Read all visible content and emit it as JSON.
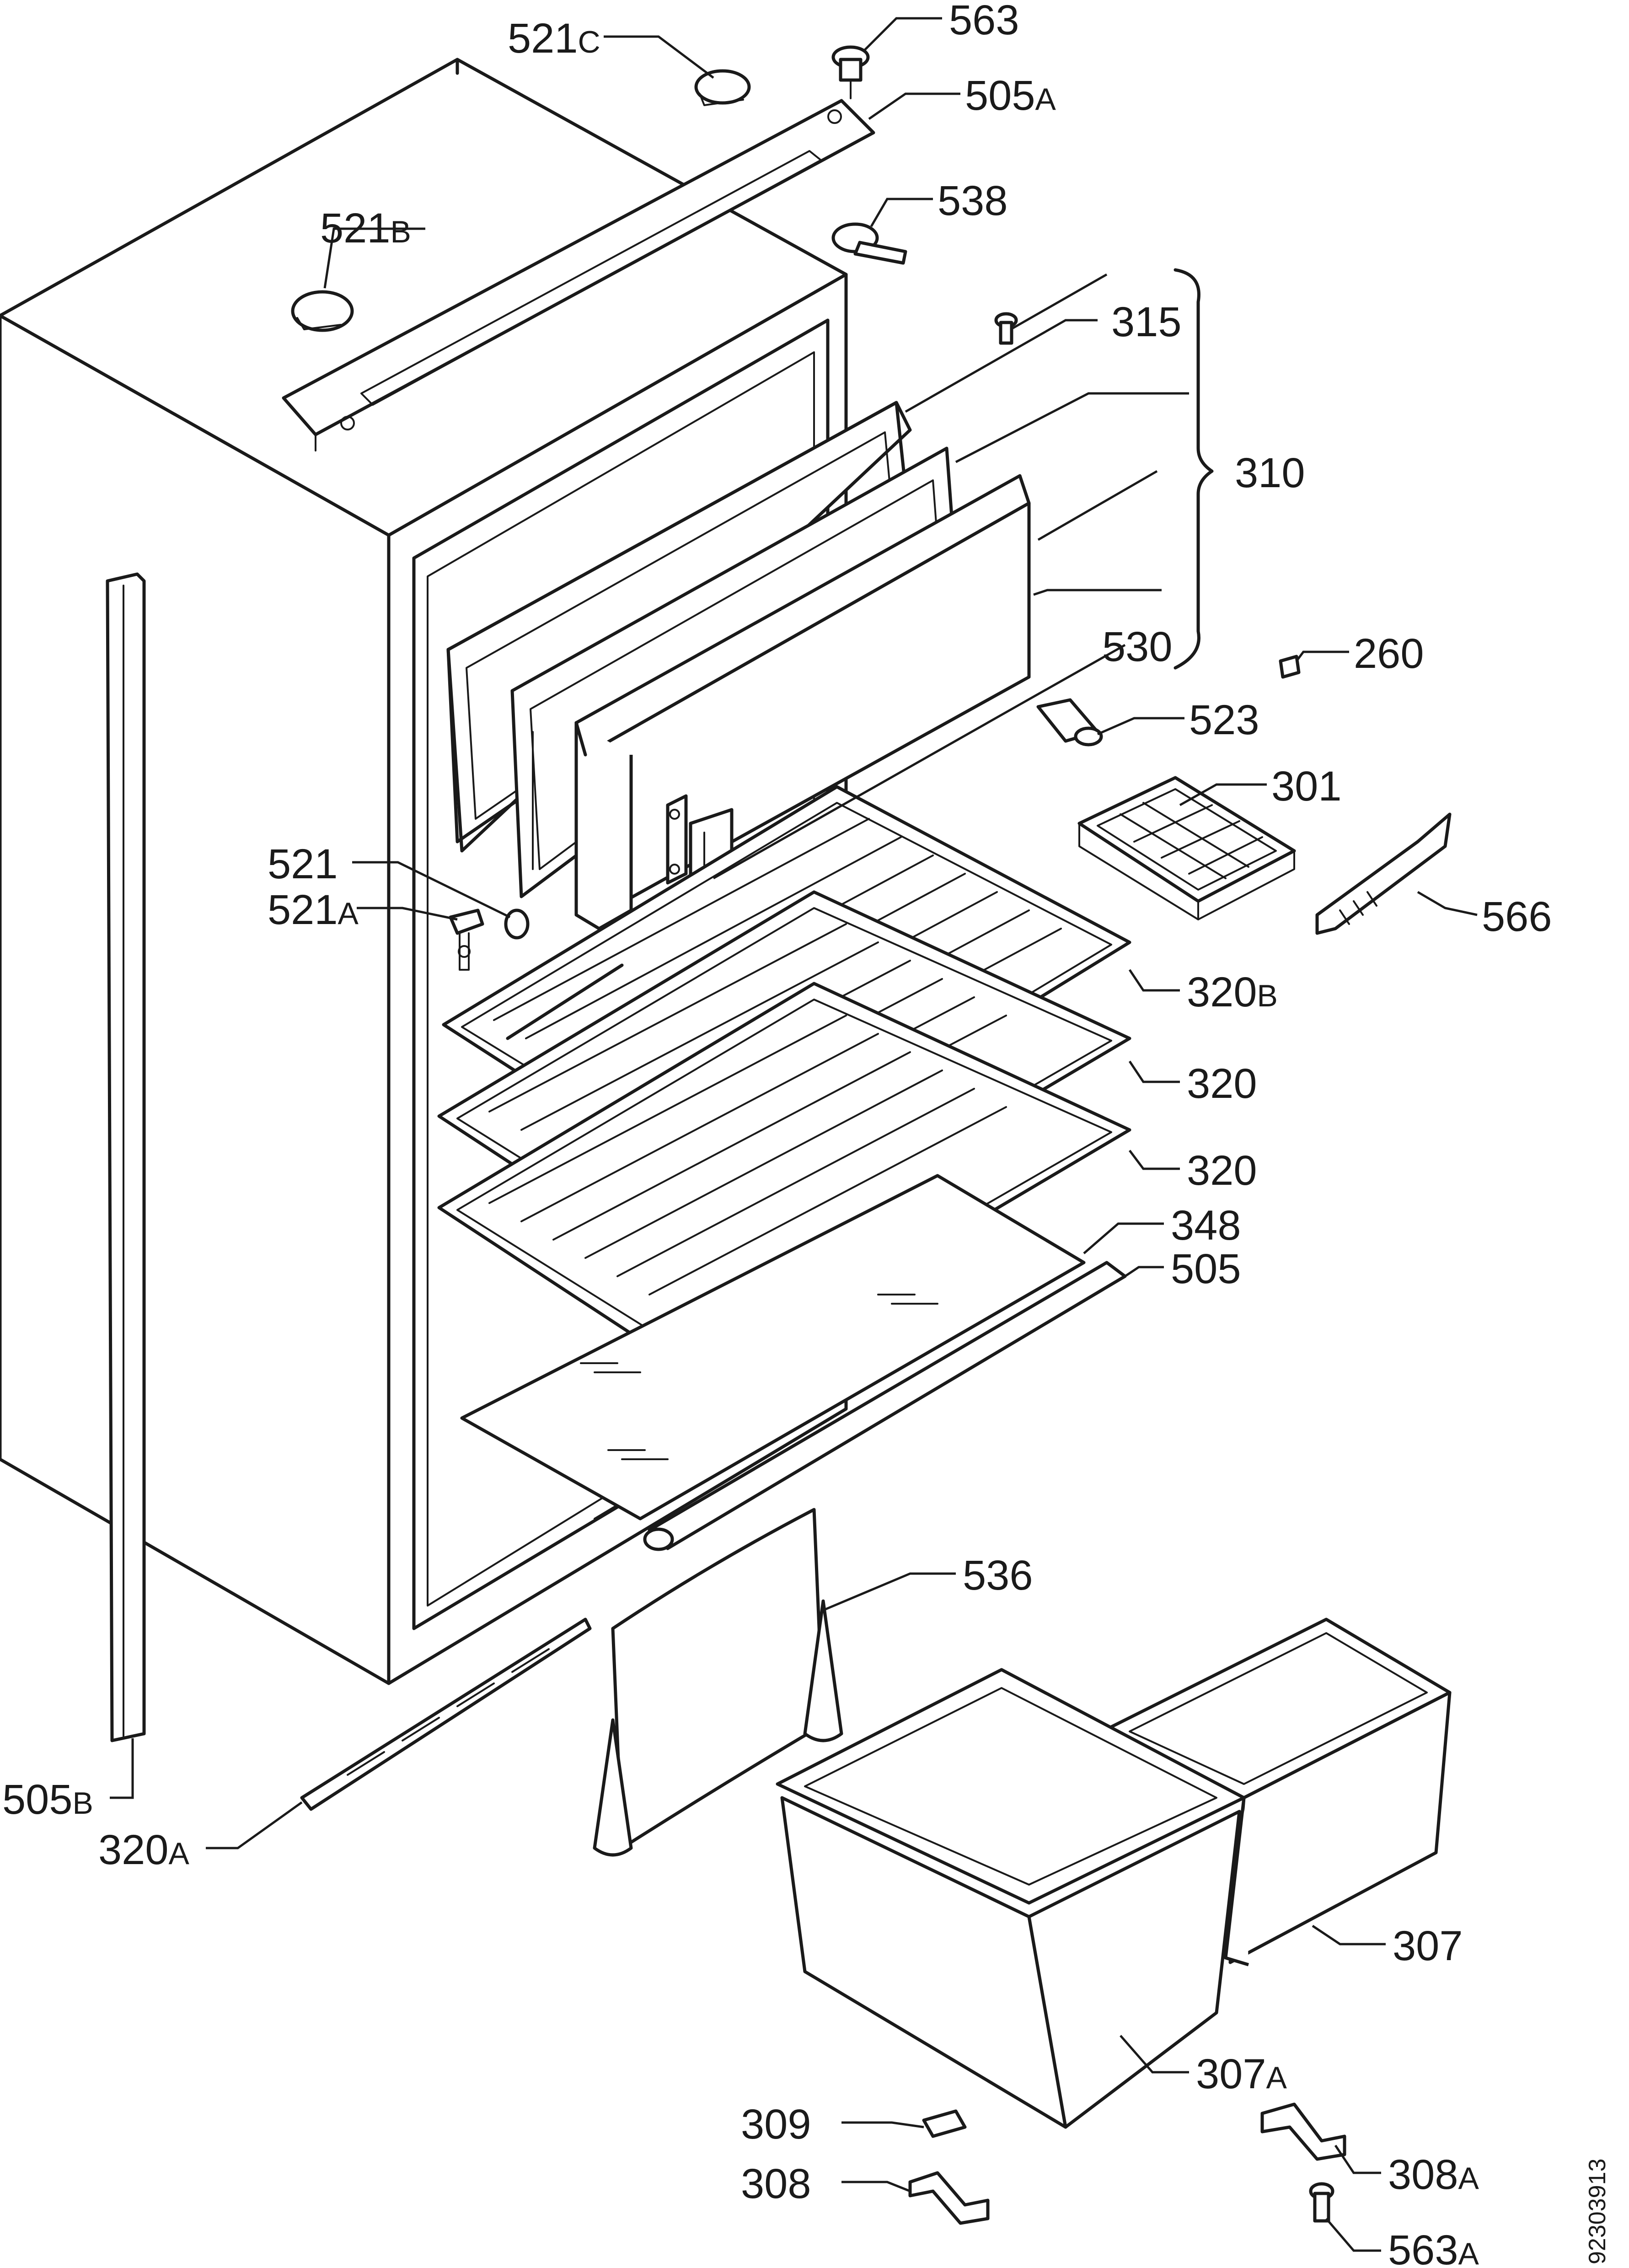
{
  "diagram": {
    "document_id": "92303913",
    "callouts": [
      {
        "id": "c-521c",
        "number": "521",
        "suffix": "C"
      },
      {
        "id": "c-563",
        "number": "563",
        "suffix": ""
      },
      {
        "id": "c-505a",
        "number": "505",
        "suffix": "A"
      },
      {
        "id": "c-521b",
        "number": "521",
        "suffix": "B"
      },
      {
        "id": "c-538",
        "number": "538",
        "suffix": ""
      },
      {
        "id": "c-315",
        "number": "315",
        "suffix": ""
      },
      {
        "id": "c-310",
        "number": "310",
        "suffix": ""
      },
      {
        "id": "c-260",
        "number": "260",
        "suffix": ""
      },
      {
        "id": "c-530",
        "number": "530",
        "suffix": ""
      },
      {
        "id": "c-523",
        "number": "523",
        "suffix": ""
      },
      {
        "id": "c-301",
        "number": "301",
        "suffix": ""
      },
      {
        "id": "c-521",
        "number": "521",
        "suffix": ""
      },
      {
        "id": "c-521a",
        "number": "521",
        "suffix": "A"
      },
      {
        "id": "c-566",
        "number": "566",
        "suffix": ""
      },
      {
        "id": "c-320b",
        "number": "320",
        "suffix": "B"
      },
      {
        "id": "c-320-1",
        "number": "320",
        "suffix": ""
      },
      {
        "id": "c-320-2",
        "number": "320",
        "suffix": ""
      },
      {
        "id": "c-348",
        "number": "348",
        "suffix": ""
      },
      {
        "id": "c-505",
        "number": "505",
        "suffix": ""
      },
      {
        "id": "c-536",
        "number": "536",
        "suffix": ""
      },
      {
        "id": "c-505b",
        "number": "505",
        "suffix": "B"
      },
      {
        "id": "c-320a",
        "number": "320",
        "suffix": "A"
      },
      {
        "id": "c-307",
        "number": "307",
        "suffix": ""
      },
      {
        "id": "c-307a",
        "number": "307",
        "suffix": "A"
      },
      {
        "id": "c-309",
        "number": "309",
        "suffix": ""
      },
      {
        "id": "c-308",
        "number": "308",
        "suffix": ""
      },
      {
        "id": "c-308a",
        "number": "308",
        "suffix": "A"
      },
      {
        "id": "c-563a",
        "number": "563",
        "suffix": "A"
      }
    ]
  }
}
